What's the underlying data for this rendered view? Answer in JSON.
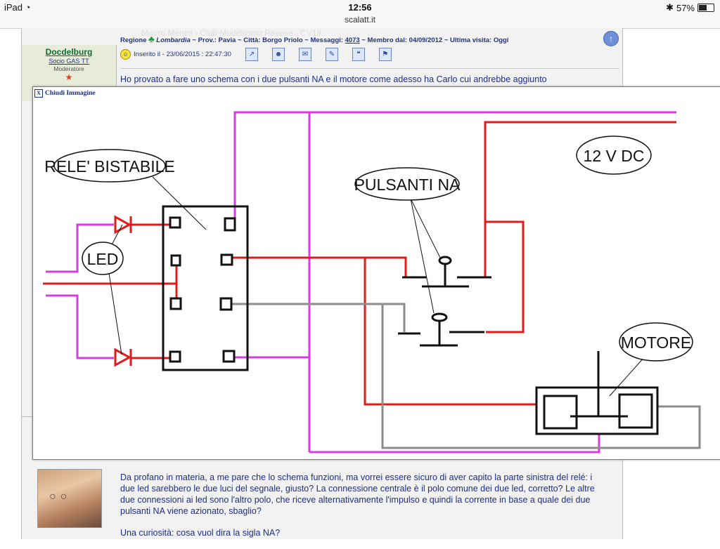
{
  "status_bar": {
    "device": "iPad",
    "wifi_icon": "wifi-icon",
    "time": "12:56",
    "url": "scalatt.it",
    "bluetooth_icon": "bluetooth-icon",
    "battery_percent": "57%",
    "battery_level": 0.57
  },
  "forum": {
    "author_header": "Mauro Menini - Club Modellismo Pavese - CV19",
    "meta": {
      "regione_label": "Regione",
      "regione_value": "Lombardia",
      "prov": "~ Prov.: Pavia",
      "citta": "~ Città: Borgo Priolo",
      "messaggi_label": "~ Messaggi:",
      "messaggi_value": "4073",
      "membro": "~ Membro dal: 04/09/2012",
      "visita": "~ Ultima visita: Oggi"
    },
    "post": {
      "username": "Docdelburg",
      "usergroup": "Socio GAS TT",
      "role": "Moderatore",
      "inserted": "Inserito il - 23/06/2015 : 22:47:30",
      "text": "Ho provato a fare uno schema con i due pulsanti NA e il motore come adesso ha Carlo cui andrebbe aggiunto"
    },
    "reply": {
      "paragraph1": "Da profano in materia, a me pare che lo schema funzioni, ma vorrei essere sicuro di aver capito la parte sinistra del relé: i due led sarebbero le due luci del segnale, giusto? La connessione centrale è il polo comune dei due led, corretto? Le altre due connessioni ai led sono l'altro polo, che riceve alternativamente l'impulso e quindi la corrente in base a quale dei due pulsanti NA viene azionato, sbaglio?",
      "paragraph2": "Una curiosità: cosa vuol dira la sigla NA?"
    }
  },
  "overlay": {
    "close_label": "Chiudi Immagine",
    "close_glyph": "X",
    "diagram_labels": {
      "rele": "RELE' BISTABILE",
      "led": "LED",
      "pulsanti": "PULSANTI NA",
      "voltage": "12 V DC",
      "motore": "MOTORE"
    }
  },
  "colors": {
    "wire_red": "#e01b1b",
    "wire_magenta": "#d63ce0",
    "wire_gray": "#8c8c8c",
    "forum_text": "#1d2d86"
  }
}
